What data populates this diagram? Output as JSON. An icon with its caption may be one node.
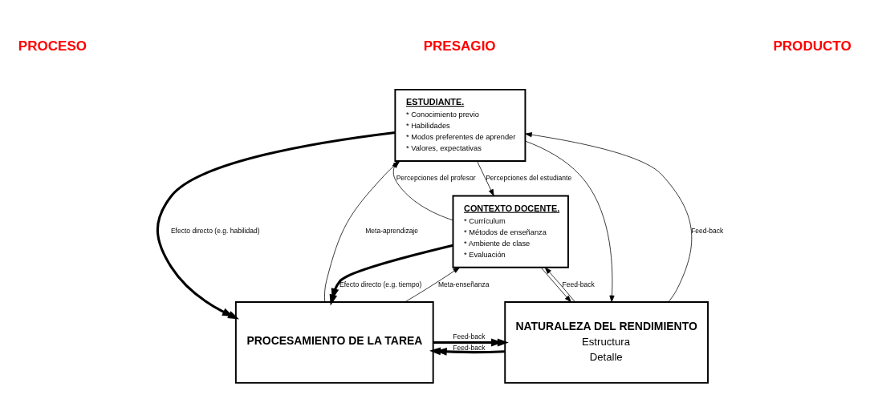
{
  "diagram": {
    "nodes": [
      {
        "text": [
          "ESTUDIANTE.",
          "* Conocimiento previo",
          "* Habilidades",
          "* Modos preferentes de aprender",
          "* Valores, expectativas"
        ]
      },
      {
        "text": [
          "CONTEXTO DOCENTE.",
          "* Currículum",
          "* Métodos de enseñanza",
          "* Ambiente de clase",
          "* Evaluación"
        ]
      },
      {
        "text": [
          "PROCESAMIENTO DE LA TAREA"
        ]
      },
      {
        "text": [
          "NATURALEZA DEL RENDIMIENTO",
          "Estructura",
          "Detalle"
        ]
      }
    ],
    "edges": [
      {
        "from": 0,
        "to": 2,
        "arrow": "to",
        "style": "thick",
        "label": "Efecto directo (e.g. habilidad)"
      },
      {
        "from": 2,
        "to": 0,
        "arrow": "to",
        "label": "Meta-aprendizaje"
      },
      {
        "from": 1,
        "to": 2,
        "arrow": "to",
        "style": "thick",
        "label": "Efecto directo (e.g. tiempo)"
      },
      {
        "from": 2,
        "to": 1,
        "arrow": "to",
        "label": "Meta-enseñanza"
      },
      {
        "from": 2,
        "to": 3,
        "arrow": "to",
        "style": "thick",
        "label": "Feed-back"
      },
      {
        "from": 3,
        "to": 2,
        "arrow": "to",
        "style": "thick",
        "label": "Feed-back"
      },
      {
        "from": 3,
        "to": 0,
        "arrow": "to",
        "label": "Feed-back"
      },
      {
        "from": 0,
        "to": 3,
        "arrow": "to"
      },
      {
        "from": 1,
        "to": 3,
        "arrow": "to"
      },
      {
        "from": 3,
        "to": 1,
        "arrow": "to",
        "label": "Feed-back"
      },
      {
        "from": 0,
        "to": 1,
        "arrow": "to",
        "label": "Percepciones del estudiante"
      },
      {
        "from": 1,
        "to": 0,
        "arrow": "to",
        "label": "Percepciones del profesor"
      }
    ],
    "labels": [
      "PRESAGIO",
      "PROCESO",
      "PRODUCTO"
    ]
  }
}
